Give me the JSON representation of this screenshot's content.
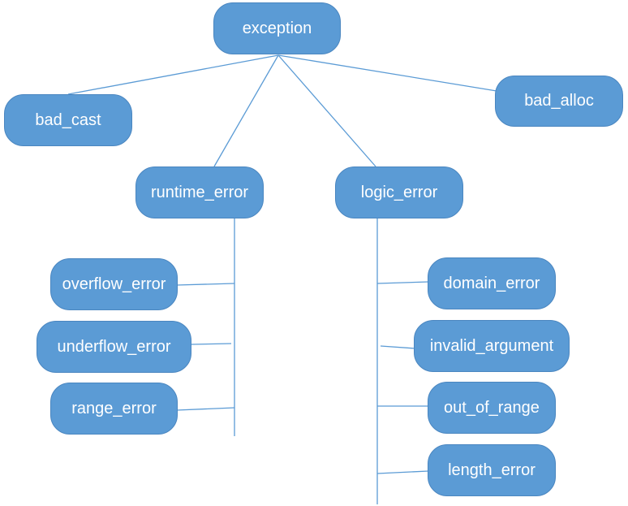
{
  "diagram": {
    "nodes": {
      "exception": "exception",
      "bad_cast": "bad_cast",
      "bad_alloc": "bad_alloc",
      "runtime_error": "runtime_error",
      "logic_error": "logic_error",
      "overflow_error": "overflow_error",
      "underflow_error": "underflow_error",
      "range_error": "range_error",
      "domain_error": "domain_error",
      "invalid_argument": "invalid_argument",
      "out_of_range": "out_of_range",
      "length_error": "length_error"
    },
    "colors": {
      "node_fill": "#5b9bd5",
      "edge": "#5b9bd5",
      "text": "#ffffff"
    }
  }
}
